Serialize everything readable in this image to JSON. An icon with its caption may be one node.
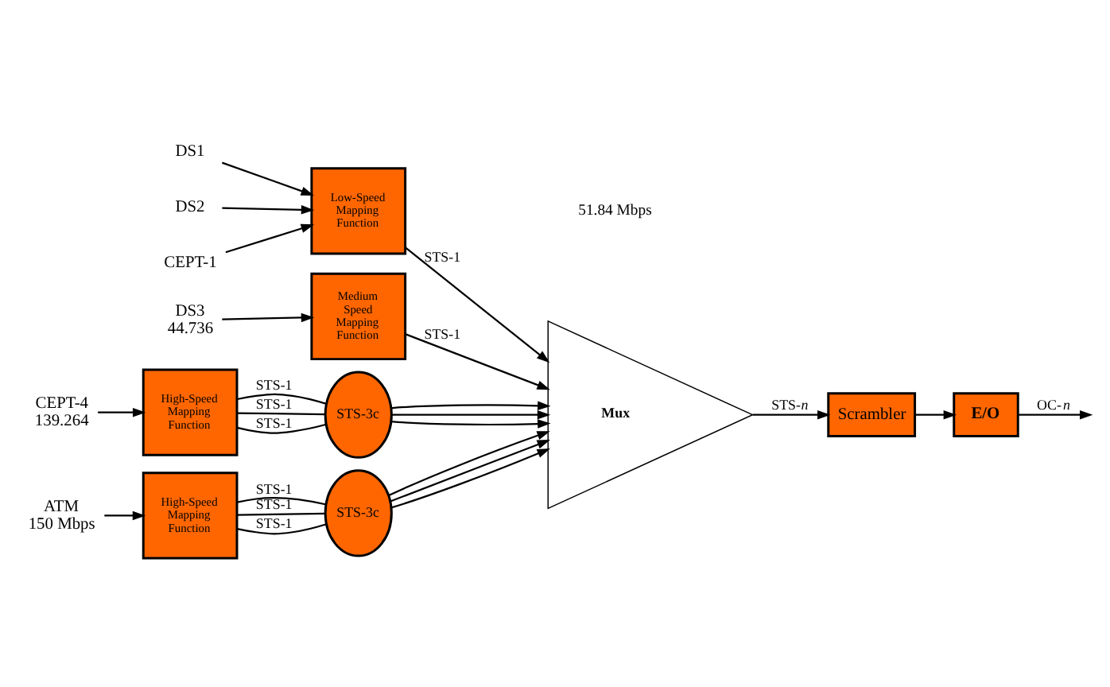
{
  "diagram": {
    "nodes": [
      {
        "text": [
          "DS1"
        ]
      },
      {
        "text": [
          "DS2"
        ]
      },
      {
        "text": [
          "CEPT-1"
        ]
      },
      {
        "text": [
          "Low-Speed Mapping Function"
        ]
      },
      {
        "text": [
          "DS3"
        ],
        "beside": [
          "44.736"
        ]
      },
      {
        "text": [
          "Medium Speed Mapping Function"
        ]
      },
      {
        "text": [
          "CEPT-4"
        ],
        "beside": [
          "139.264"
        ]
      },
      {
        "text": [
          "High-Speed Mapping Function"
        ]
      },
      {
        "text": [
          "STS-3c"
        ]
      },
      {
        "text": [
          "ATM"
        ],
        "beside": [
          "150 Mbps"
        ]
      },
      {
        "text": [
          "High-Speed Mapping Function"
        ]
      },
      {
        "text": [
          "STS-3c"
        ]
      },
      {
        "text": [
          "Mux"
        ]
      },
      {
        "text": [
          "Scrambler"
        ]
      },
      {
        "text": [
          "E/O"
        ]
      }
    ],
    "edges": [
      {
        "from": 0,
        "to": 3,
        "arrow": "to"
      },
      {
        "from": 1,
        "to": 3,
        "arrow": "to"
      },
      {
        "from": 2,
        "to": 3,
        "arrow": "to"
      },
      {
        "from": 3,
        "to": 12,
        "arrow": "to",
        "label": "STS-1"
      },
      {
        "from": 4,
        "to": 5,
        "arrow": "to"
      },
      {
        "from": 5,
        "to": 12,
        "arrow": "to",
        "label": "STS-1"
      },
      {
        "from": 6,
        "to": 7,
        "arrow": "to"
      },
      {
        "from": 7,
        "to": 8,
        "arrow": "none",
        "label": "STS-1"
      },
      {
        "from": 7,
        "to": 8,
        "arrow": "none",
        "label": "STS-1"
      },
      {
        "from": 7,
        "to": 8,
        "arrow": "none",
        "label": "STS-1"
      },
      {
        "from": 8,
        "to": 12,
        "arrow": "to"
      },
      {
        "from": 8,
        "to": 12,
        "arrow": "to"
      },
      {
        "from": 8,
        "to": 12,
        "arrow": "to"
      },
      {
        "from": 9,
        "to": 10,
        "arrow": "to"
      },
      {
        "from": 10,
        "to": 11,
        "arrow": "none",
        "label": "STS-1"
      },
      {
        "from": 10,
        "to": 11,
        "arrow": "none",
        "label": "STS-1"
      },
      {
        "from": 10,
        "to": 11,
        "arrow": "none",
        "label": "STS-1"
      },
      {
        "from": 11,
        "to": 12,
        "arrow": "to"
      },
      {
        "from": 11,
        "to": 12,
        "arrow": "to"
      },
      {
        "from": 11,
        "to": 12,
        "arrow": "to"
      },
      {
        "from": 12,
        "to": 13,
        "arrow": "to",
        "label": "STS-*n*"
      },
      {
        "from": 13,
        "to": 14,
        "arrow": "to"
      },
      {
        "from": 14,
        "to": null,
        "arrow": "to",
        "label": "OC-*n*"
      }
    ],
    "labels": [
      "51.84 Mbps"
    ]
  }
}
